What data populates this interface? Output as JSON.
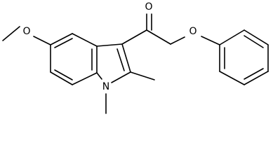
{
  "structure": {
    "atoms": {
      "oxygen_carbonyl": "O",
      "oxygen_ether": "O",
      "oxygen_methoxy": "O",
      "nitrogen_indole": "N"
    }
  }
}
